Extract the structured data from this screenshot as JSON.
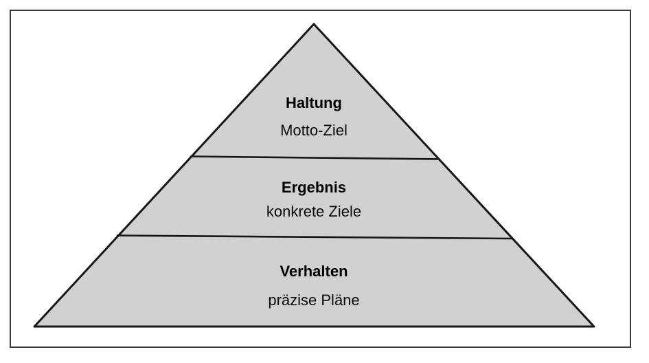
{
  "diagram": {
    "type": "pyramid",
    "levels": [
      {
        "title": "Haltung",
        "subtitle": "Motto-Ziel"
      },
      {
        "title": "Ergebnis",
        "subtitle": "konkrete Ziele"
      },
      {
        "title": "Verhalten",
        "subtitle": "präzise Pläne"
      }
    ],
    "colors": {
      "pyramid_fill": "#d1d1d1",
      "outline": "#161616",
      "frame_border": "#3a3a3a",
      "background": "#ffffff",
      "text": "#000000"
    }
  }
}
